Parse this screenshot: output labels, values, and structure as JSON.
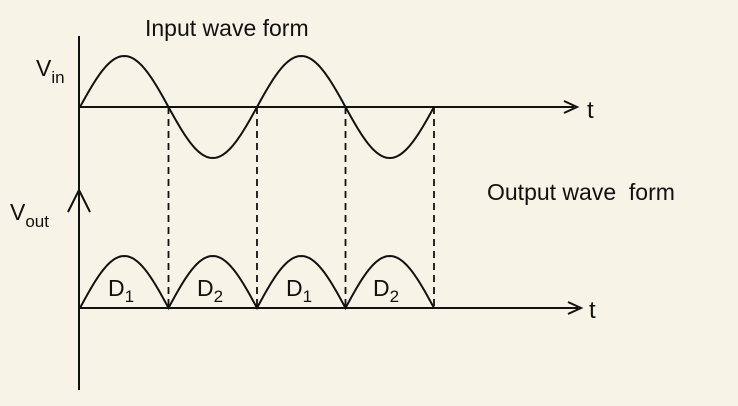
{
  "diagram": {
    "input_title": "Input wave form",
    "output_title": "Output wave  form",
    "vin_label": {
      "base": "V",
      "sub": "in"
    },
    "vout_label": {
      "base": "V",
      "sub": "out"
    },
    "time_axis_label_input": "t",
    "time_axis_label_output": "t",
    "diode_labels": [
      {
        "base": "D",
        "sub": "1"
      },
      {
        "base": "D",
        "sub": "2"
      },
      {
        "base": "D",
        "sub": "1"
      },
      {
        "base": "D",
        "sub": "2"
      }
    ],
    "colors": {
      "background": "#f7f3e6",
      "stroke": "#111111"
    }
  }
}
